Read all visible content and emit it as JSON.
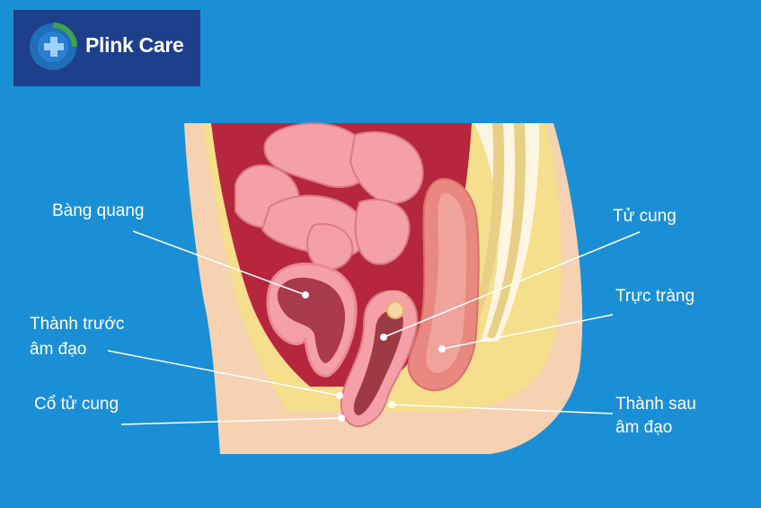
{
  "brand": {
    "name": "Plink Care",
    "accent": "#1a8fd6",
    "panel": "#1d3f8c"
  },
  "labels": {
    "bladder": "Bàng quang",
    "anterior_wall_1": "Thành trước",
    "anterior_wall_2": "âm đạo",
    "cervix": "Cổ tử cung",
    "uterus": "Tử cung",
    "rectum": "Trực tràng",
    "posterior_wall_1": "Thành sau",
    "posterior_wall_2": "âm đạo"
  }
}
